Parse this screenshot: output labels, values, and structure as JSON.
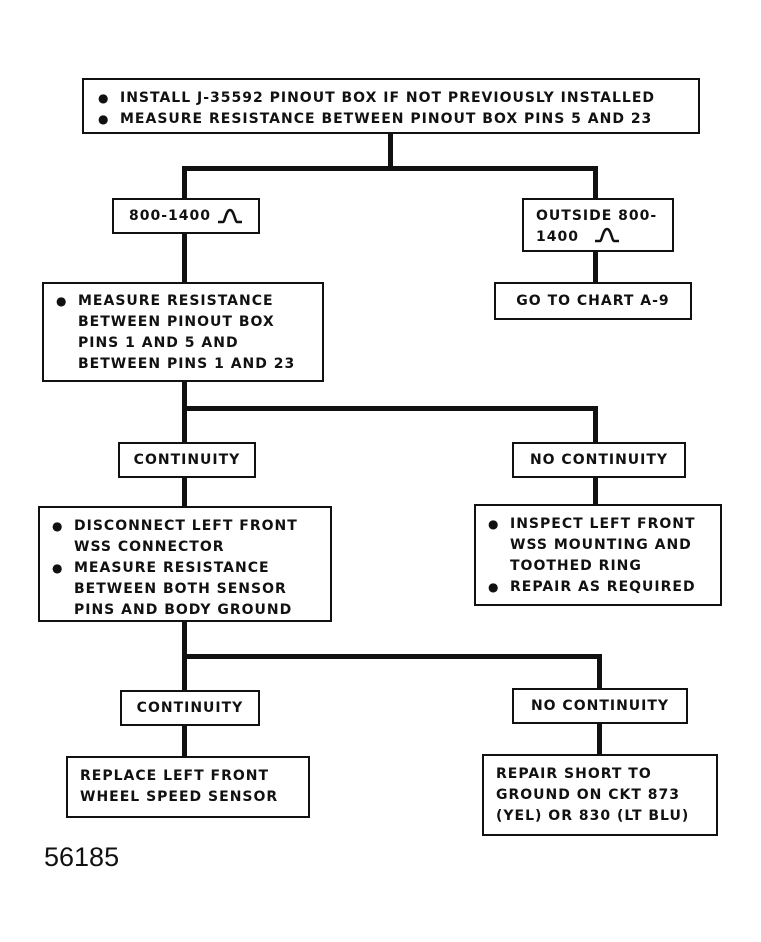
{
  "steps": {
    "start": [
      "INSTALL J-35592 PINOUT BOX IF NOT PREVIOUSLY INSTALLED",
      "MEASURE RESISTANCE BETWEEN PINOUT BOX PINS 5 AND 23"
    ],
    "in_range": "800-1400",
    "outside_range": "OUTSIDE 800-\n1400",
    "goto_chart": "GO TO CHART A-9",
    "measure_pins": [
      "MEASURE RESISTANCE\nBETWEEN PINOUT BOX\nPINS 1 AND 5 AND\nBETWEEN PINS 1 AND 23"
    ],
    "continuity_1": "CONTINUITY",
    "no_continuity_1": "NO CONTINUITY",
    "disconnect": [
      "DISCONNECT LEFT FRONT\nWSS CONNECTOR",
      "MEASURE RESISTANCE\nBETWEEN BOTH SENSOR\nPINS AND BODY GROUND"
    ],
    "inspect": [
      "INSPECT LEFT FRONT\nWSS MOUNTING AND\nTOOTHED RING",
      "REPAIR AS REQUIRED"
    ],
    "continuity_2": "CONTINUITY",
    "no_continuity_2": "NO CONTINUITY",
    "replace": "REPLACE LEFT FRONT\nWHEEL SPEED SENSOR",
    "repair_short": "REPAIR SHORT TO\nGROUND ON CKT 873\n(YEL) OR 830 (LT BLU)"
  },
  "figure_number": "56185",
  "icons": {
    "resistance_symbol": "ohm-wave-icon"
  }
}
